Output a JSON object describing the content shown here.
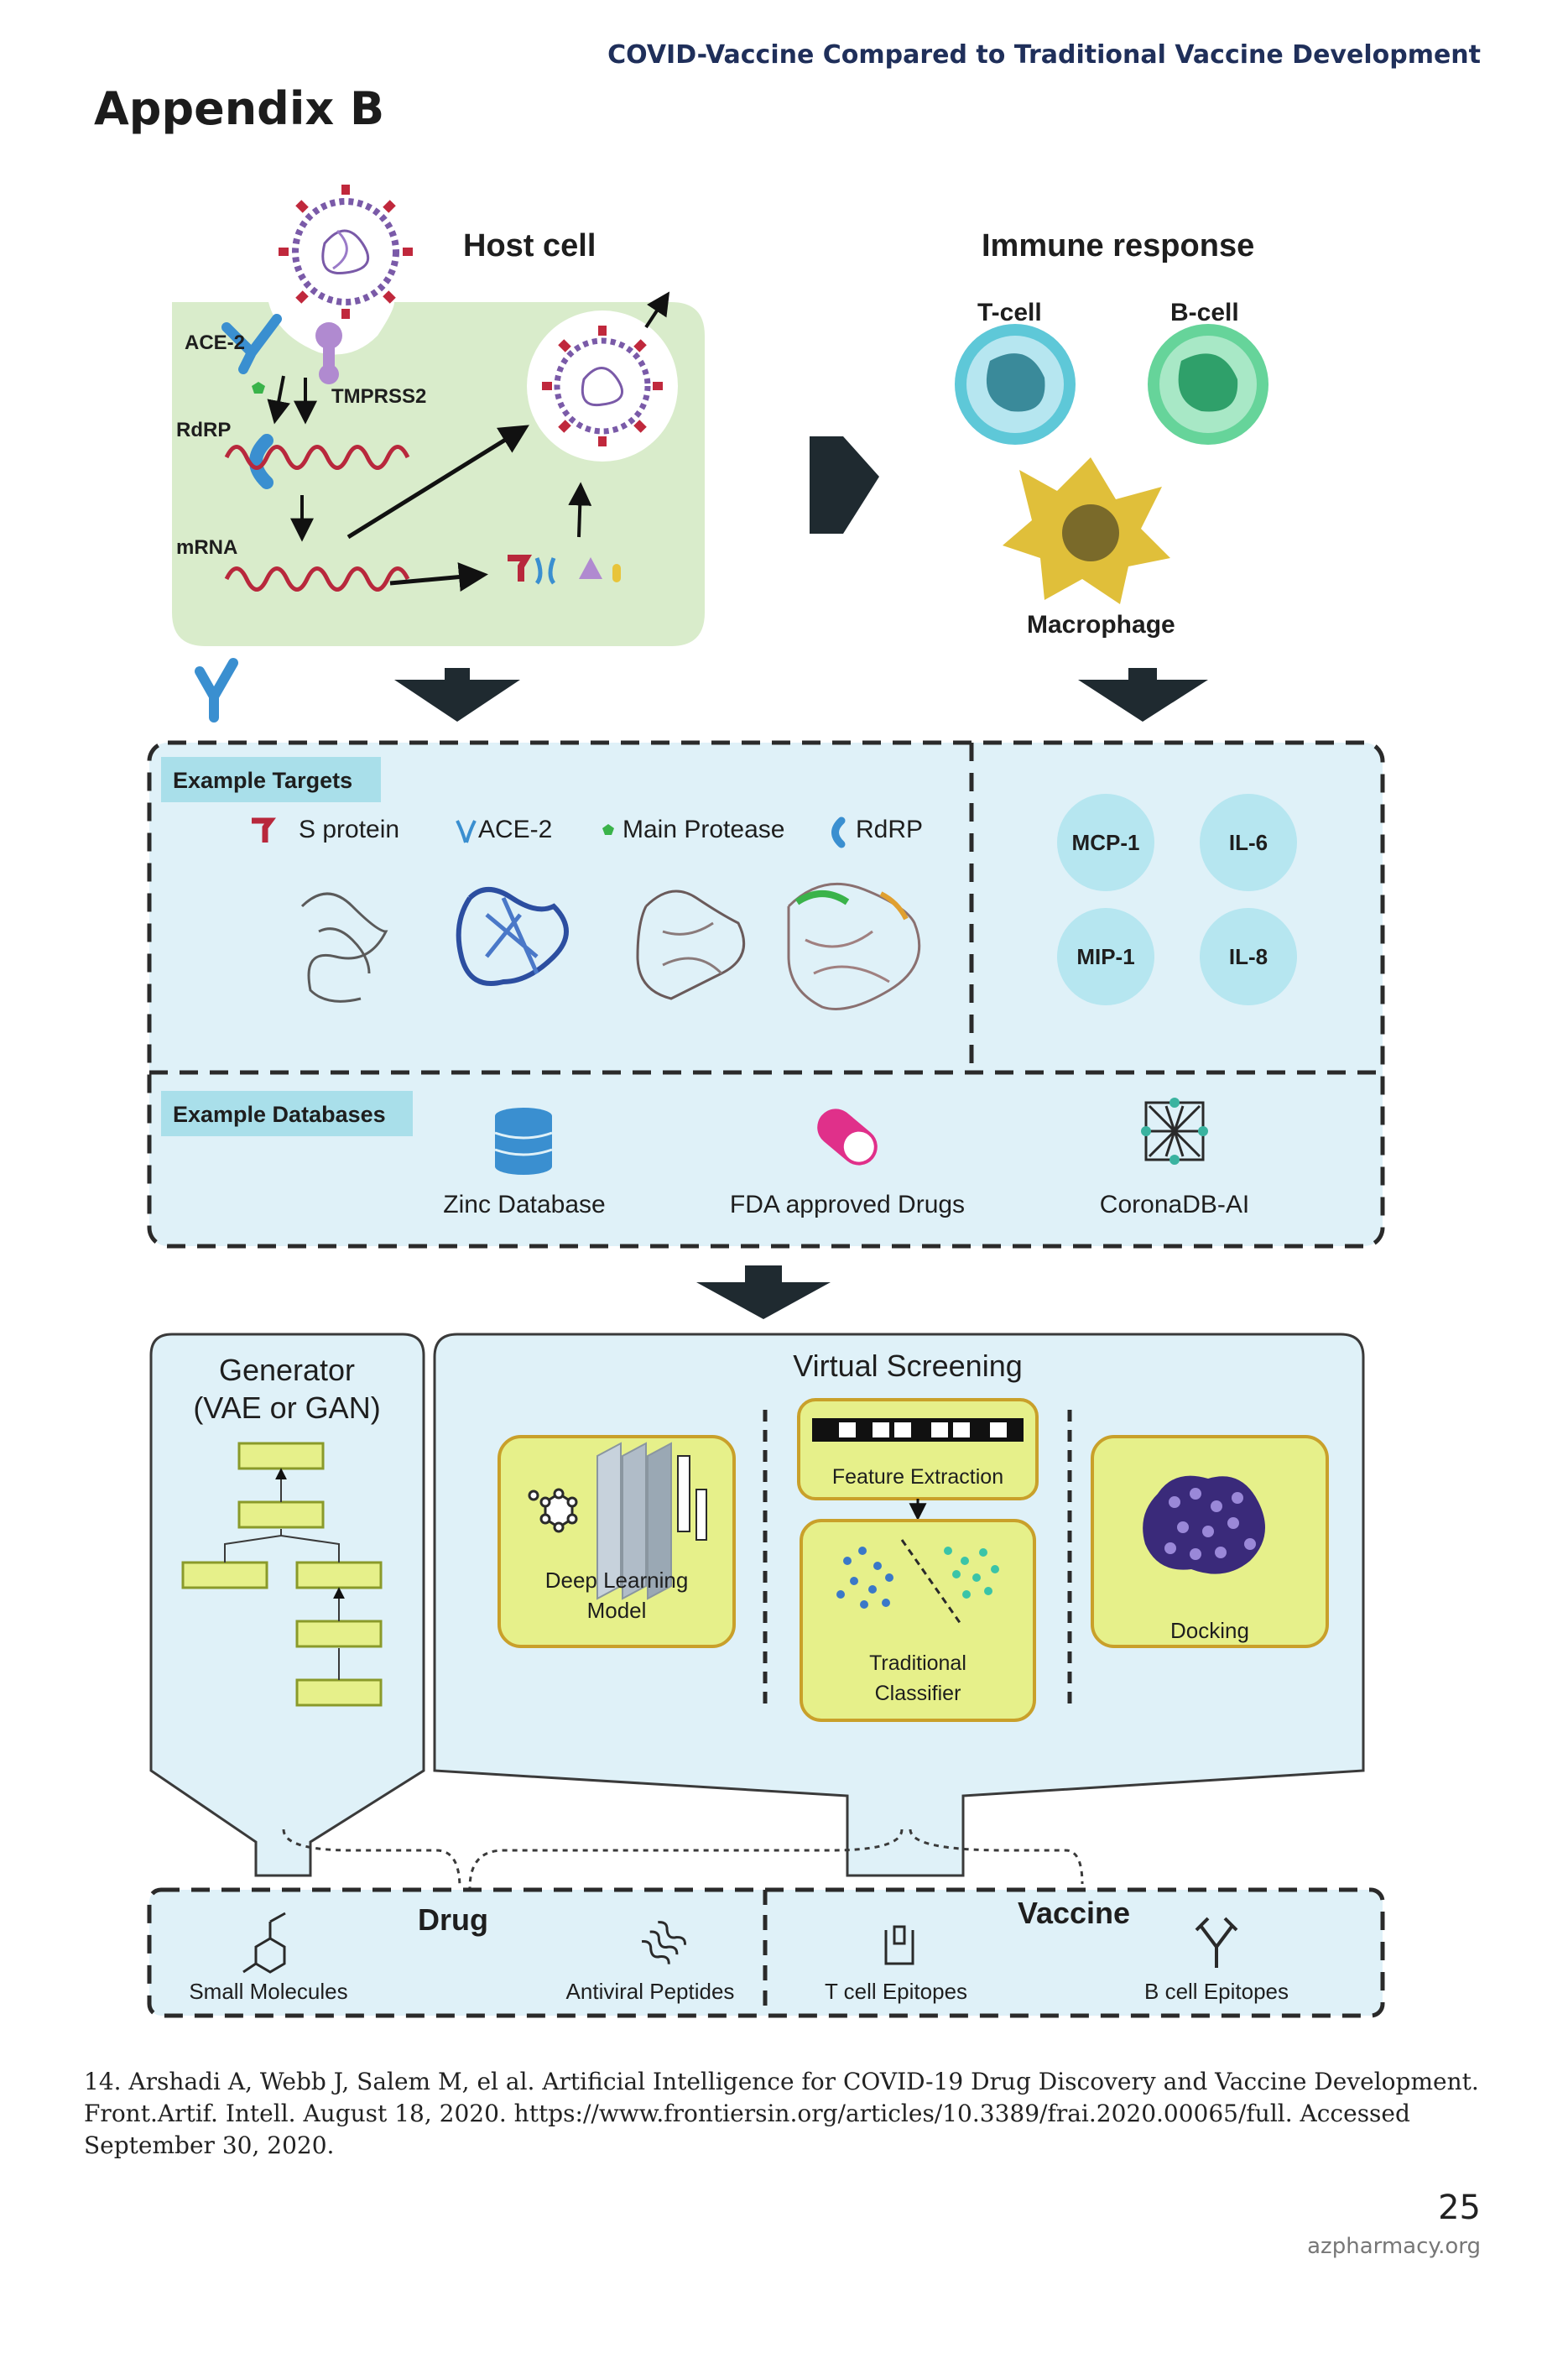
{
  "header": {
    "running_title": "COVID-Vaccine Compared to Traditional Vaccine Development",
    "appendix_title": "Appendix B"
  },
  "figure": {
    "host_cell": {
      "title": "Host cell",
      "labels": {
        "ace2": "ACE-2",
        "tmprss2": "TMPRSS2",
        "rdrp": "RdRP",
        "mrna": "mRNA"
      }
    },
    "immune_response": {
      "title": "Immune response",
      "t_cell": "T-cell",
      "b_cell": "B-cell",
      "macrophage": "Macrophage"
    },
    "targets": {
      "tag": "Example Targets",
      "items": [
        "S protein",
        "ACE-2",
        "Main Protease",
        "RdRP"
      ]
    },
    "cytokines": [
      "MCP-1",
      "IL-6",
      "MIP-1",
      "IL-8"
    ],
    "databases": {
      "tag": "Example Databases",
      "items": [
        "Zinc Database",
        "FDA approved Drugs",
        "CoronaDB-AI"
      ]
    },
    "generator": {
      "title_line1": "Generator",
      "title_line2": "(VAE or GAN)"
    },
    "virtual_screening": {
      "title": "Virtual Screening",
      "deep_learning_line1": "Deep Learning",
      "deep_learning_line2": "Model",
      "feature_extraction": "Feature Extraction",
      "classifier_line1": "Traditional",
      "classifier_line2": "Classifier",
      "docking": "Docking"
    },
    "outputs": {
      "drug": "Drug",
      "vaccine": "Vaccine",
      "small_molecules": "Small Molecules",
      "antiviral_peptides": "Antiviral Peptides",
      "t_cell_epitopes": "T cell Epitopes",
      "b_cell_epitopes": "B cell Epitopes"
    }
  },
  "footer": {
    "reference": "14. Arshadi A, Webb J, Salem M, el al. Artificial Intelligence for COVID-19 Drug Discovery and Vaccine Development. Front.Artif. Intell. August 18, 2020. https://www.frontiersin.org/articles/10.3389/frai.2020.00065/full. Accessed September 30, 2020.",
    "page_number": "25",
    "site": "azpharmacy.org"
  },
  "colors": {
    "host_cell_fill": "#d9eccb",
    "panel_fill": "#dff1f8",
    "tag_fill": "#a9dfea",
    "cytokine_fill": "#b6e6f0",
    "screen_box_fill": "#e6f08a",
    "screen_box_stroke": "#c9a02a",
    "virus_spike": "#c0283c",
    "virus_core": "#7a5aa8",
    "t_cell_outer": "#5ec8d8",
    "b_cell_outer": "#66d49a",
    "macrophage": "#e0bf3a",
    "arrow_dark": "#1f2a30"
  },
  "icons": [
    "virus-icon",
    "receptor-icon",
    "protease-icon",
    "protein-structure-icon",
    "database-icon",
    "capsule-icon",
    "network-icon",
    "molecule-icon",
    "peptide-icon",
    "antibody-icon",
    "epitope-icon"
  ]
}
